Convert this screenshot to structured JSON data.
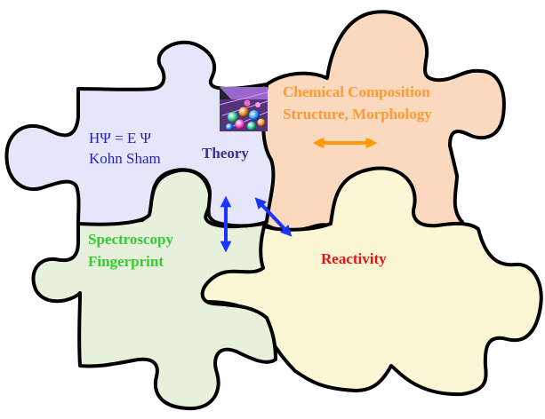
{
  "pieces": {
    "theory": {
      "label": "Theory",
      "equation": "HΨ = E Ψ",
      "method": "Kohn Sham",
      "fill": "#e6e6fb",
      "text_color": "#333399",
      "eq_color": "#2222cc"
    },
    "composition": {
      "line1": "Chemical Composition",
      "line2": "Structure, Morphology",
      "fill": "#fbd9bf",
      "text_color": "#ff9933"
    },
    "spectroscopy": {
      "line1": "Spectroscopy",
      "line2": "Fingerprint",
      "fill": "#e7f0da",
      "text_color": "#33cc33"
    },
    "reactivity": {
      "label": "Reactivity",
      "fill": "#fbf6d4",
      "text_color": "#ee1111"
    }
  },
  "arrows": {
    "theory_composition": {
      "color": "#ff9900"
    },
    "theory_spectroscopy": {
      "color": "#1a33ff"
    },
    "theory_reactivity": {
      "color": "#1a33ff"
    }
  },
  "thumbnail": {
    "icon": "molecular-surface-image"
  }
}
